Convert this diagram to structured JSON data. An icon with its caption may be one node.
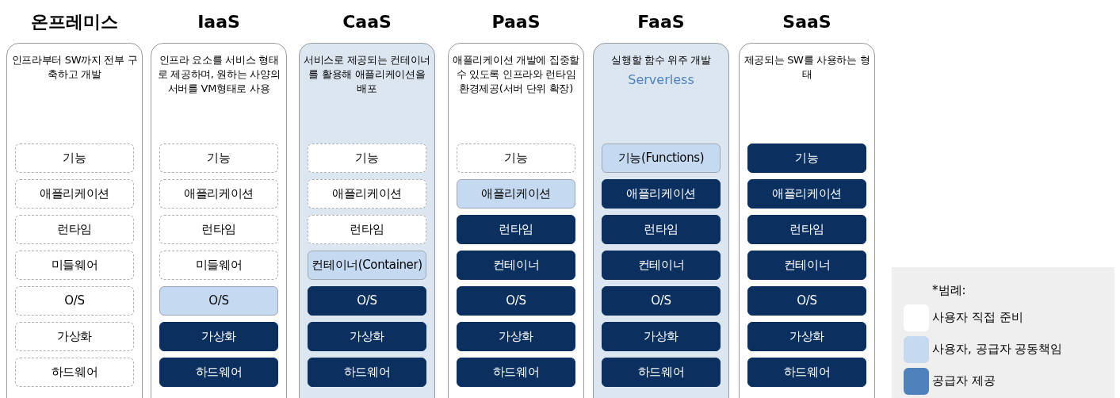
{
  "diagram": {
    "nodes": [
      {
        "text": [
          "온프레미스",
          "인프라부터 SW까지 전부 구축하고 개발"
        ]
      },
      {
        "text": [
          "기능"
        ],
        "in": 0
      },
      {
        "text": [
          "애플리케이션"
        ],
        "in": 0
      },
      {
        "text": [
          "런타임"
        ],
        "in": 0
      },
      {
        "text": [
          "미들웨어"
        ],
        "in": 0
      },
      {
        "text": [
          "O/S"
        ],
        "in": 0
      },
      {
        "text": [
          "가상화"
        ],
        "in": 0
      },
      {
        "text": [
          "하드웨어"
        ],
        "in": 0
      },
      {
        "text": [
          "IaaS",
          "인프라 요소를 서비스 형태로 제공하며, 원하는 사양의 서버를 VM형태로 사용"
        ]
      },
      {
        "text": [
          "기능"
        ],
        "in": 8
      },
      {
        "text": [
          "애플리케이션"
        ],
        "in": 8
      },
      {
        "text": [
          "런타임"
        ],
        "in": 8
      },
      {
        "text": [
          "미들웨어"
        ],
        "in": 8
      },
      {
        "text": [
          "O/S"
        ],
        "in": 8
      },
      {
        "text": [
          "가상화"
        ],
        "in": 8
      },
      {
        "text": [
          "하드웨어"
        ],
        "in": 8
      },
      {
        "text": [
          "CaaS",
          "서비스로 제공되는 컨테이너를 활용해 애플리케이션을 배포"
        ]
      },
      {
        "text": [
          "기능"
        ],
        "in": 16
      },
      {
        "text": [
          "애플리케이션"
        ],
        "in": 16
      },
      {
        "text": [
          "런타임"
        ],
        "in": 16
      },
      {
        "text": [
          "컨테이너(Container)"
        ],
        "in": 16
      },
      {
        "text": [
          "O/S"
        ],
        "in": 16
      },
      {
        "text": [
          "가상화"
        ],
        "in": 16
      },
      {
        "text": [
          "하드웨어"
        ],
        "in": 16
      },
      {
        "text": [
          "PaaS",
          "애플리케이션 개발에 집중할 수 있도록 인프라와 런타임 환경제공(서버 단위 확장)"
        ]
      },
      {
        "text": [
          "기능"
        ],
        "in": 24
      },
      {
        "text": [
          "애플리케이션"
        ],
        "in": 24
      },
      {
        "text": [
          "런타임"
        ],
        "in": 24
      },
      {
        "text": [
          "컨테이너"
        ],
        "in": 24
      },
      {
        "text": [
          "O/S"
        ],
        "in": 24
      },
      {
        "text": [
          "가상화"
        ],
        "in": 24
      },
      {
        "text": [
          "하드웨어"
        ],
        "in": 24
      },
      {
        "text": [
          "FaaS",
          "실행할 함수 위주 개발",
          "Serverless"
        ]
      },
      {
        "text": [
          "기능(Functions)"
        ],
        "in": 32
      },
      {
        "text": [
          "애플리케이션"
        ],
        "in": 32
      },
      {
        "text": [
          "런타임"
        ],
        "in": 32
      },
      {
        "text": [
          "컨테이너"
        ],
        "in": 32
      },
      {
        "text": [
          "O/S"
        ],
        "in": 32
      },
      {
        "text": [
          "가상화"
        ],
        "in": 32
      },
      {
        "text": [
          "하드웨어"
        ],
        "in": 32
      },
      {
        "text": [
          "SaaS",
          "제공되는 SW를 사용하는 형태"
        ]
      },
      {
        "text": [
          "기능"
        ],
        "in": 40
      },
      {
        "text": [
          "애플리케이션"
        ],
        "in": 40
      },
      {
        "text": [
          "런타임"
        ],
        "in": 40
      },
      {
        "text": [
          "컨테이너"
        ],
        "in": 40
      },
      {
        "text": [
          "O/S"
        ],
        "in": 40
      },
      {
        "text": [
          "가상화"
        ],
        "in": 40
      },
      {
        "text": [
          "하드웨어"
        ],
        "in": 40
      }
    ],
    "labels": [
      "*범례:"
    ],
    "legend": [
      {
        "text": "사용자 직접 준비",
        "color": "#ffffff"
      },
      {
        "text": "사용자, 공급자 공동책임",
        "color": "#c5d9f1"
      },
      {
        "text": "공급자 제공",
        "color": "#4f81bd"
      }
    ]
  }
}
